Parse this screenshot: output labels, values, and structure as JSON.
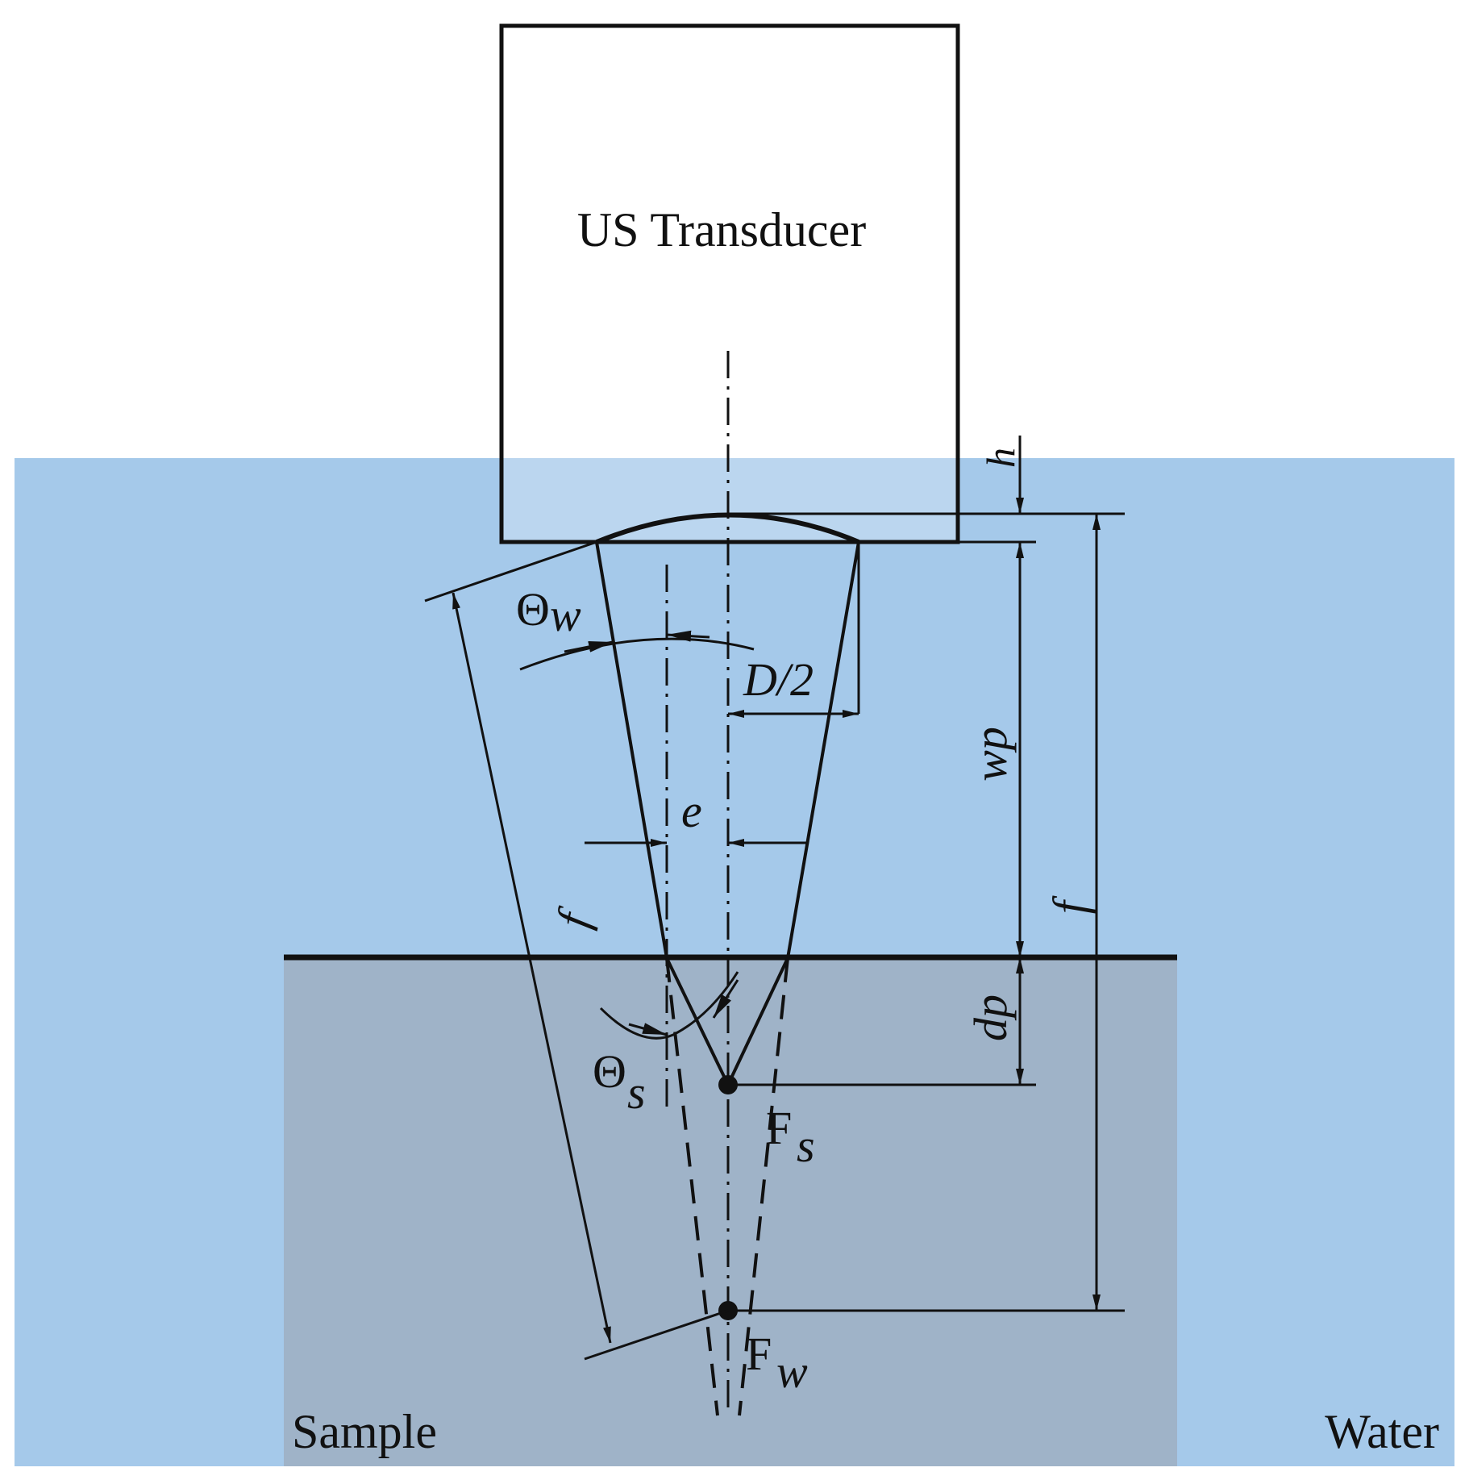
{
  "labels": {
    "transducer": "US Transducer",
    "sample": "Sample",
    "water": "Water",
    "theta_w": "Θ",
    "theta_w_sub": "w",
    "theta_s": "Θ",
    "theta_s_sub": "s",
    "half_diameter": "D/2",
    "offset": "e",
    "h": "h",
    "water_path": "wp",
    "depth": "dp",
    "focal_length_right": "f",
    "focal_length_left": "f",
    "focus_sample": "F",
    "focus_sample_sub": "s",
    "focus_water": "F",
    "focus_water_sub": "w"
  },
  "colors": {
    "water": "#a5c9ea",
    "sample": "#9fb3c8",
    "line": "#111111",
    "background": "#ffffff"
  }
}
